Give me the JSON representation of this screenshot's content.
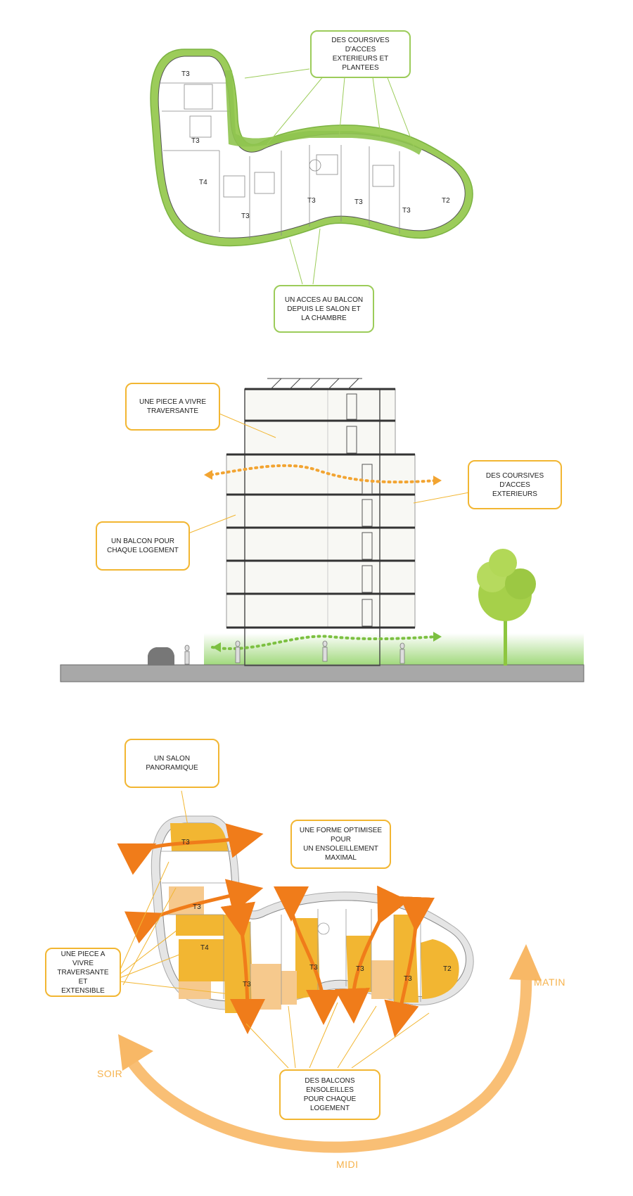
{
  "plan_green": {
    "callouts": {
      "coursives": "DES COURSIVES D'ACCES\nEXTERIEURS ET PLANTEES",
      "balcon": "UN ACCES AU BALCON\nDEPUIS LE SALON ET\nLA CHAMBRE"
    },
    "units": [
      "T3",
      "T3",
      "T4",
      "T3",
      "T3",
      "T3",
      "T3",
      "T2"
    ]
  },
  "section": {
    "callouts": {
      "piece": "UNE PIECE A VIVRE\nTRAVERSANTE",
      "coursives": "DES COURSIVES D'ACCES\nEXTERIEURS",
      "balcon": "UN BALCON POUR\nCHAQUE LOGEMENT"
    }
  },
  "plan_orange": {
    "callouts": {
      "salon": "UN SALON PANORAMIQUE",
      "forme": "UNE FORME OPTIMISEE POUR\nUN ENSOLEILLEMENT\nMAXIMAL",
      "piece": "UNE PIECE A VIVRE\nTRAVERSANTE ET\nEXTENSIBLE",
      "balcons": "DES BALCONS ENSOLEILLES\nPOUR CHAQUE LOGEMENT"
    },
    "units": [
      "T3",
      "T3",
      "T4",
      "T3",
      "T3",
      "T3",
      "T3",
      "T2"
    ],
    "sun": {
      "soir": "SOIR",
      "midi": "MIDI",
      "matin": "MATIN"
    }
  },
  "colors": {
    "green": "#9ccc5a",
    "green_dark": "#7cb342",
    "orange": "#f2b632",
    "orange_dark": "#f07c1a",
    "orange_light": "#f6c98d",
    "sun_arc": "#f8b866"
  }
}
